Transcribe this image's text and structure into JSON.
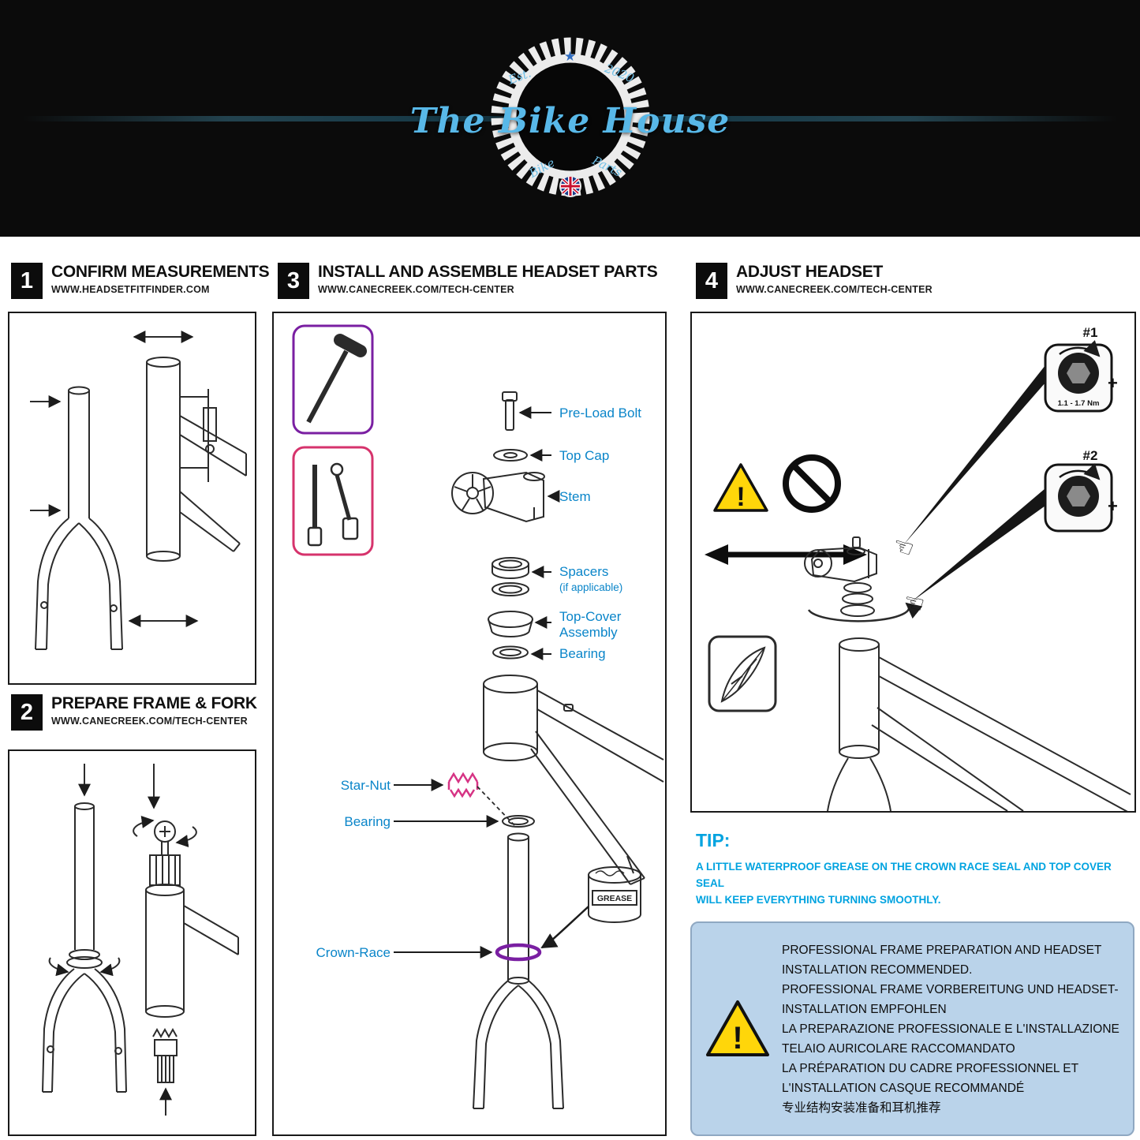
{
  "colors": {
    "label_blue": "#0a85c9",
    "tip_blue": "#00a3e0",
    "panel_blue": "#bad3ea",
    "warning_yellow": "#ffd60a",
    "magenta": "#d63384",
    "purple": "#7a1fa2",
    "logo_blue": "#58b8e8"
  },
  "logo": {
    "name": "The Bike House",
    "est": "Est.",
    "year": "2020",
    "bottom_left": "Bike",
    "bottom_right": "Parts",
    "star": "★"
  },
  "sections": {
    "s1": {
      "num": "1",
      "title": "CONFIRM MEASUREMENTS",
      "url": "WWW.HEADSETFITFINDER.COM"
    },
    "s2": {
      "num": "2",
      "title": "PREPARE FRAME & FORK",
      "url": "WWW.CANECREEK.COM/TECH-CENTER"
    },
    "s3": {
      "num": "3",
      "title": "INSTALL AND ASSEMBLE HEADSET PARTS",
      "url": "WWW.CANECREEK.COM/TECH-CENTER"
    },
    "s4": {
      "num": "4",
      "title": "ADJUST HEADSET",
      "url": "WWW.CANECREEK.COM/TECH-CENTER"
    }
  },
  "exploded": {
    "preload_bolt": "Pre-Load Bolt",
    "top_cap": "Top Cap",
    "stem": "Stem",
    "spacers": "Spacers",
    "spacers_note": "(if applicable)",
    "top_cover": "Top-Cover",
    "assembly": "Assembly",
    "bearing_top": "Bearing",
    "star_nut": "Star-Nut",
    "bearing_bottom": "Bearing",
    "crown_race": "Crown-Race",
    "grease": "GREASE"
  },
  "adjust": {
    "hex1": "#1",
    "hex2": "#2",
    "plus1": "+",
    "plus2": "+",
    "torque": "1.1 - 1.7 Nm",
    "warning_mark": "!"
  },
  "tip": {
    "heading": "TIP:",
    "line1": "A LITTLE WATERPROOF GREASE ON THE CROWN RACE SEAL AND TOP COVER SEAL",
    "line2": "WILL KEEP EVERYTHING TURNING SMOOTHLY."
  },
  "notice": {
    "warning_mark": "!",
    "lines": [
      "PROFESSIONAL FRAME PREPARATION AND HEADSET",
      "INSTALLATION RECOMMENDED.",
      "PROFESSIONAL FRAME VORBEREITUNG UND HEADSET-",
      "INSTALLATION EMPFOHLEN",
      "LA PREPARAZIONE PROFESSIONALE E L'INSTALLAZIONE",
      "TELAIO AURICOLARE RACCOMANDATO",
      "LA PRÉPARATION DU CADRE PROFESSIONNEL ET",
      "L'INSTALLATION CASQUE RECOMMANDÉ",
      "专业结构安装准备和耳机推荐"
    ]
  }
}
